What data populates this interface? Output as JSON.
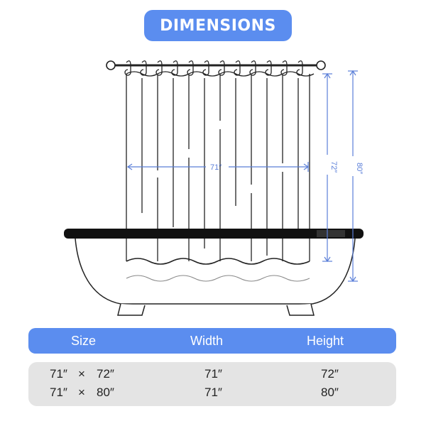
{
  "title": "DIMENSIONS",
  "diagram": {
    "width_label": "71″",
    "height_label_1": "72″",
    "height_label_2": "80″"
  },
  "table": {
    "headers": [
      "Size",
      "Width",
      "Height"
    ],
    "rows": [
      {
        "size_w": "71″",
        "times": "×",
        "size_h": "72″",
        "width": "71″",
        "height": "72″"
      },
      {
        "size_w": "71″",
        "times": "×",
        "size_h": "80″",
        "width": "71″",
        "height": "80″"
      }
    ]
  },
  "colors": {
    "accent": "#5b8def",
    "row_bg": "#e4e4e4",
    "dimension_line": "#5b7fd8"
  }
}
